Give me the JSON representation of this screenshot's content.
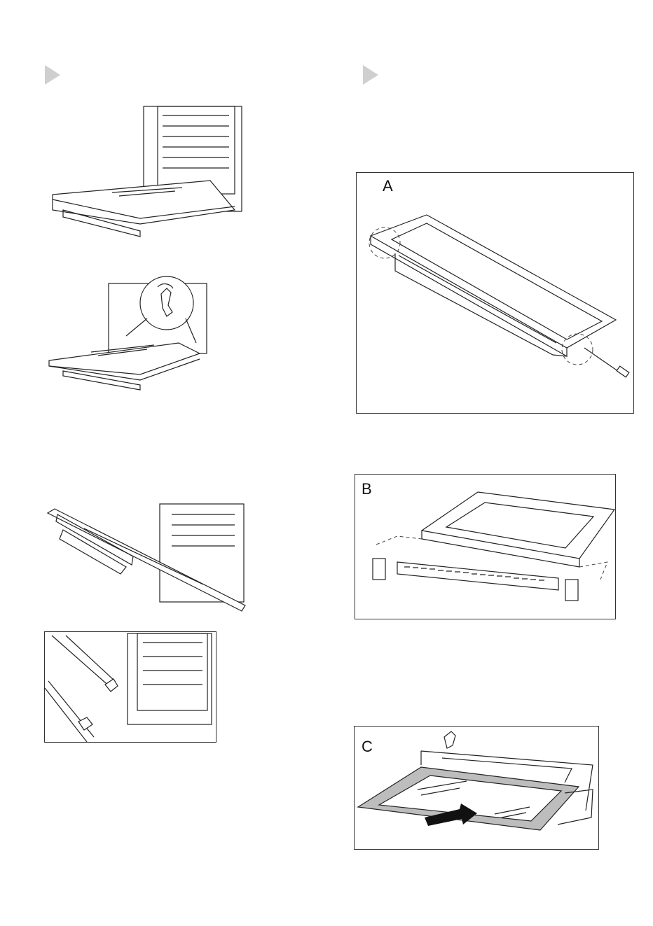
{
  "left_column": {
    "marker_icon": "triangle-right-icon"
  },
  "right_column": {
    "marker_icon": "triangle-right-icon"
  },
  "figures": {
    "a": {
      "label": "A"
    },
    "b": {
      "label": "B"
    },
    "c": {
      "label": "C"
    }
  },
  "footer": {
    "text": ""
  },
  "colors": {
    "marker": "#cfcfcf",
    "line": "#222222",
    "shade": "#bdbdbd"
  }
}
